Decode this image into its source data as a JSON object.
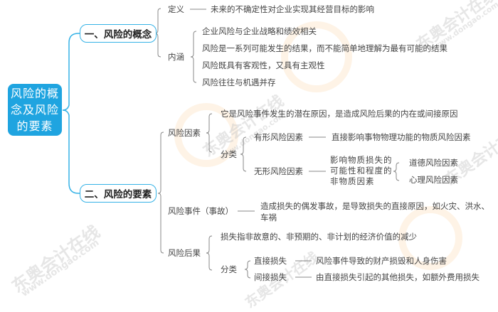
{
  "root": {
    "label": "风险的概念及风险的要素"
  },
  "branches": [
    {
      "label": "一、风险的概念",
      "children": {
        "definition": {
          "label": "定义",
          "text": "未来的不确定性对企业实现其经营目标的影响"
        },
        "connotation": {
          "label": "内涵",
          "items": [
            "企业风险与企业战略和绩效相关",
            "风险是一系列可能发生的结果，而不能简单地理解为最有可能的结果",
            "风险既具有客观性，又具有主观性",
            "风险往往与机遇并存"
          ]
        }
      }
    },
    {
      "label": "二、风险的要素",
      "children": {
        "risk_factor": {
          "label": "风险因素",
          "desc": "它是风险事件发生的潜在原因，是造成风险后果的内在或间接原因",
          "classify_label": "分类",
          "tangible": {
            "label": "有形风险因素",
            "text": "直接影响事物物理功能的物质风险因素"
          },
          "intangible": {
            "label": "无形风险因素",
            "text": "影响物质损失的可能性和程度的非物质因素",
            "items": [
              "道德风险因素",
              "心理风险因素"
            ]
          }
        },
        "risk_event": {
          "label": "风险事件（事故）",
          "text": "造成损失的偶发事故，是导致损失的直接原因，如火灾、洪水、车祸"
        },
        "risk_consequence": {
          "label": "风险后果",
          "desc": "损失指非故意的、非预期的、非计划的经济价值的减少",
          "classify_label": "分类",
          "direct": {
            "label": "直接损失",
            "text": "风险事件导致的财产损毁和人身伤害"
          },
          "indirect": {
            "label": "间接损失",
            "text": "由直接损失引起的其他损失，如额外费用损失"
          }
        }
      }
    }
  ],
  "watermark": {
    "brand": "东奥会计在线",
    "url": "www.dongao.com"
  },
  "colors": {
    "root_fill": "#1fa4e0",
    "branch_border": "#35b2e6",
    "connector_main": "#35b2e6",
    "connector_sub": "#888888"
  }
}
